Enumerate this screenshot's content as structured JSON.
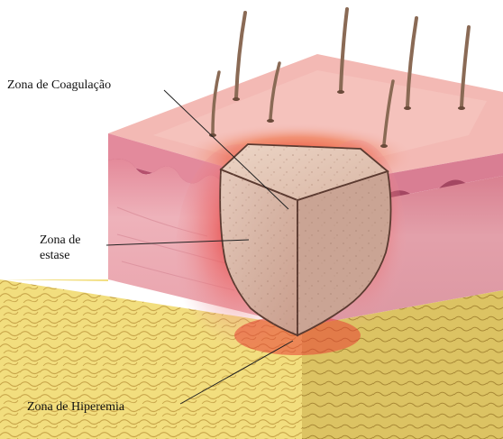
{
  "labels": {
    "coagulation": "Zona de Coagulação",
    "stasis_line1": "Zona de",
    "stasis_line2": "estase",
    "hyperemia": "Zona de Hiperemia"
  },
  "colors": {
    "skin_top": "#f3b9b4",
    "epidermis_side": "#e79aa7",
    "dermis": "#eba7b0",
    "fat_front": "#f0dc78",
    "fat_side": "#d9c060",
    "burn_core": "#d9b9a8",
    "hyperemia_glow": "#e8322a",
    "hair": "#8a6a55"
  }
}
